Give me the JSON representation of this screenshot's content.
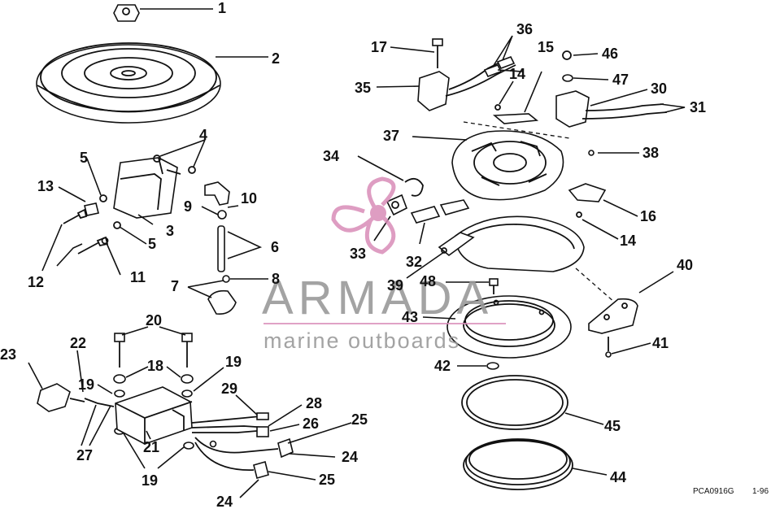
{
  "callouts": {
    "c1": "1",
    "c2": "2",
    "c3": "3",
    "c4": "4",
    "c5a": "5",
    "c5b": "5",
    "c6": "6",
    "c7": "7",
    "c8": "8",
    "c9": "9",
    "c10": "10",
    "c11": "11",
    "c12": "12",
    "c13": "13",
    "c14a": "14",
    "c14b": "14",
    "c15": "15",
    "c16": "16",
    "c17": "17",
    "c18": "18",
    "c19a": "19",
    "c19b": "19",
    "c19c": "19",
    "c20": "20",
    "c21": "21",
    "c22": "22",
    "c23": "23",
    "c24a": "24",
    "c24b": "24",
    "c25a": "25",
    "c25b": "25",
    "c26": "26",
    "c27": "27",
    "c28": "28",
    "c29": "29",
    "c30": "30",
    "c31": "31",
    "c32": "32",
    "c33": "33",
    "c34": "34",
    "c35": "35",
    "c36": "36",
    "c37": "37",
    "c38": "38",
    "c39": "39",
    "c40": "40",
    "c41": "41",
    "c42": "42",
    "c43": "43",
    "c44": "44",
    "c45": "45",
    "c46": "46",
    "c47": "47",
    "c48": "48"
  },
  "reference": {
    "code": "PCA0916G",
    "date": "1-96"
  },
  "watermark": {
    "name": "ARMADA",
    "tagline": "marine outboards"
  },
  "colors": {
    "line": "#111111",
    "watermark_text": "#9a9a9a",
    "watermark_logo": "#d98cb8"
  }
}
